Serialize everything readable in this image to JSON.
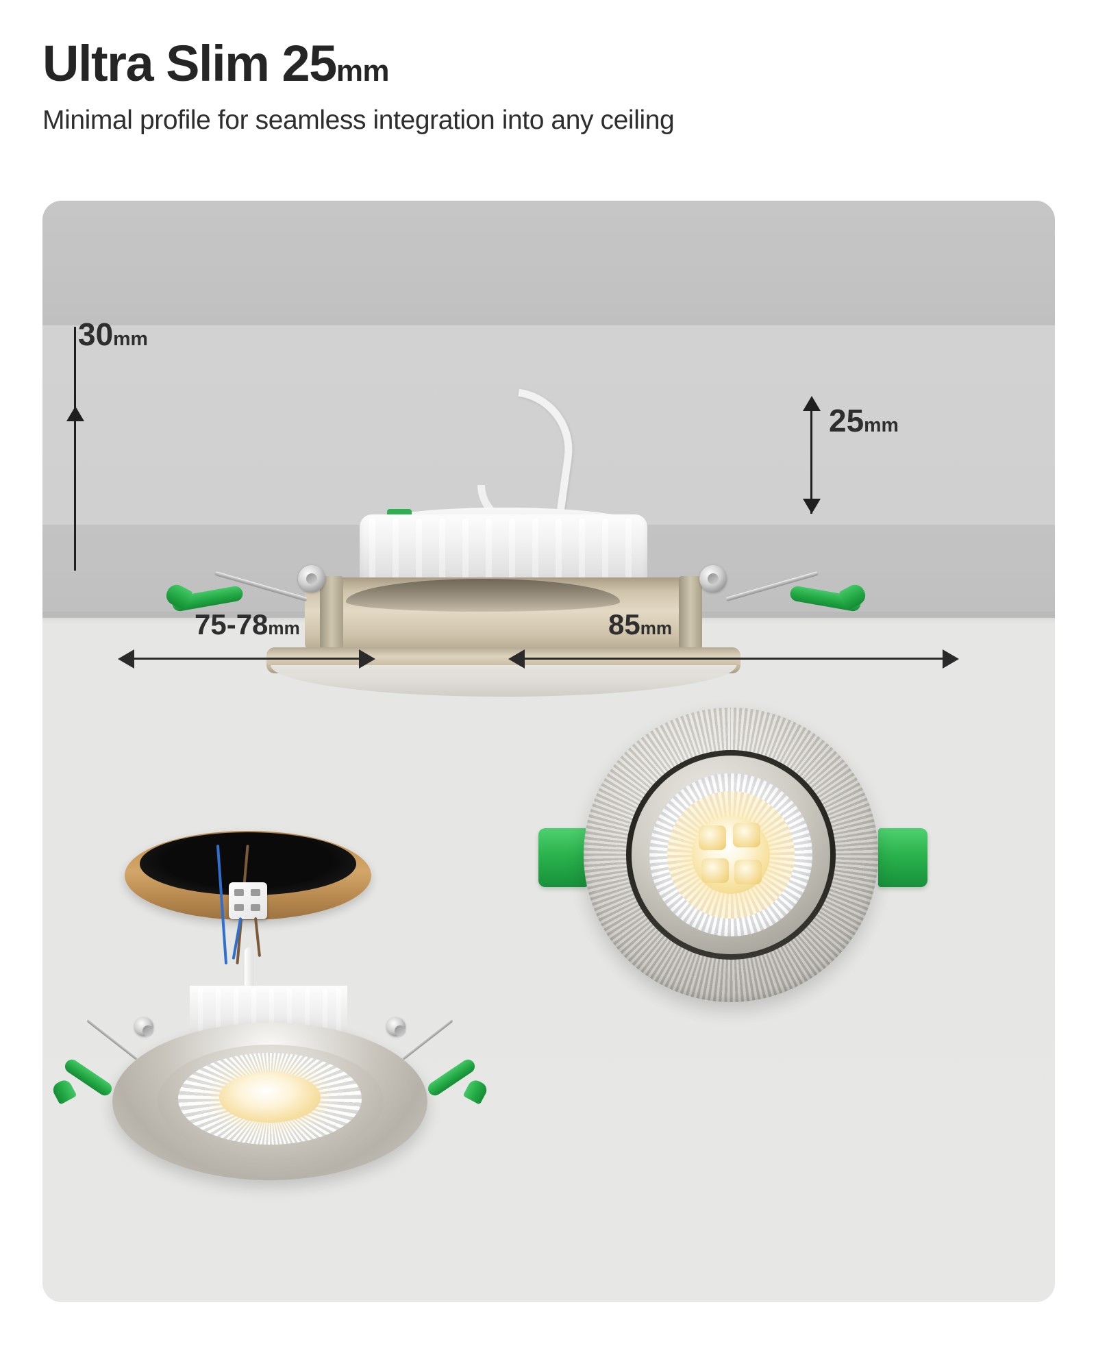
{
  "header": {
    "title_main": "Ultra Slim ",
    "title_value": "25",
    "title_unit": "mm",
    "subtitle": "Minimal profile for seamless integration into any ceiling"
  },
  "dimensions": {
    "height_total": {
      "value": "30",
      "unit": "mm",
      "name": "total-height"
    },
    "recess_depth": {
      "value": "25",
      "unit": "mm",
      "name": "recess-depth"
    },
    "cutout": {
      "value": "75-78",
      "unit": "mm",
      "name": "cutout-diameter"
    },
    "outer": {
      "value": "85",
      "unit": "mm",
      "name": "outer-diameter"
    }
  },
  "colors": {
    "accent_green": "#2bb34d",
    "bezel_nickel": "#c2bfb8",
    "panel_bg": "#e7e7e5",
    "ceiling_gray": "#c3c3c3",
    "text_dark": "#2b2b2b",
    "led_warm": "#f8e4a6"
  },
  "parts": {
    "cable": "power-cable",
    "heatsink": "finned-heatsink",
    "bezel": "brushed-nickel-bezel",
    "spring_clip": "green-spring-clip",
    "terminal_block": "wire-terminal-connector",
    "wire_live": "brown-wire",
    "wire_neutral": "blue-wire",
    "ceiling_board": "ceiling-board-cutout",
    "lens": "faceted-lens",
    "led_chip": "led-chip"
  }
}
